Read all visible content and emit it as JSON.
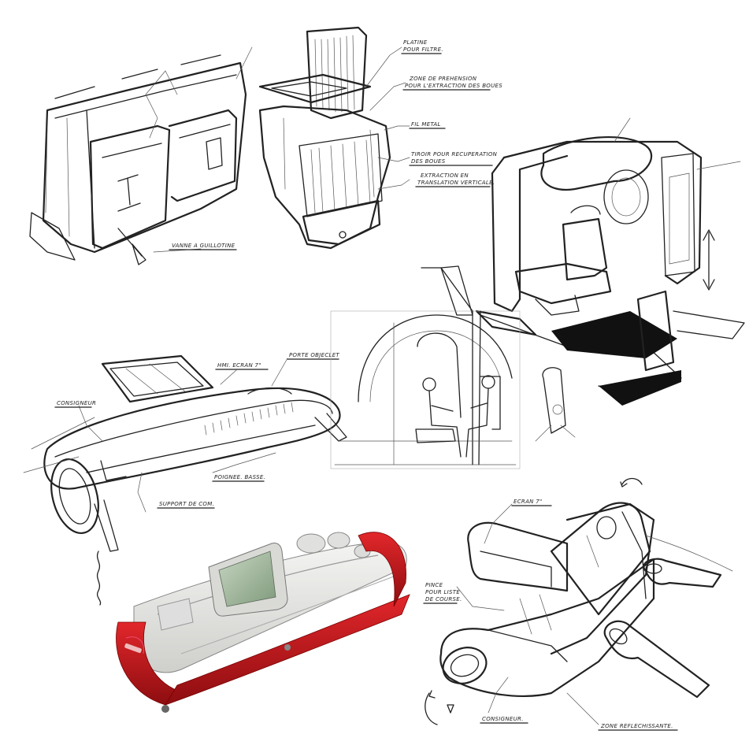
{
  "labels": {
    "vanne": "VANNE A GUILLOTINE",
    "platine": [
      "PLATINE",
      "POUR FILTRE."
    ],
    "zone": [
      "ZONE DE PREHENSION",
      "POUR L'EXTRACTION DES BOUES"
    ],
    "fil": "FIL METAL",
    "tiroir": [
      "TIROIR POUR RECUPERATION",
      "DES BOUES"
    ],
    "extraction": [
      "EXTRACTION EN",
      "TRANSLATION VERTICALE."
    ],
    "hmi": "HMI. ECRAN 7\"",
    "porte": "PORTE OBJECLET",
    "consigneur_1": "CONSIGNEUR",
    "poignee": "POIGNEE. BASSE.",
    "support": "SUPPORT DE COM.",
    "ecran": "ECRAN 7\"",
    "pince": [
      "PINCE",
      "POUR LISTE",
      "DE COURSE."
    ],
    "consigneur_2": "CONSIGNEUR.",
    "zone_refl": "ZONE REFLECHISSANTE."
  },
  "colors": {
    "ink": "#222222",
    "accent_red": "#c8161b",
    "screen_green": "#9fb59a",
    "shell_grey": "#e6e6e4"
  }
}
